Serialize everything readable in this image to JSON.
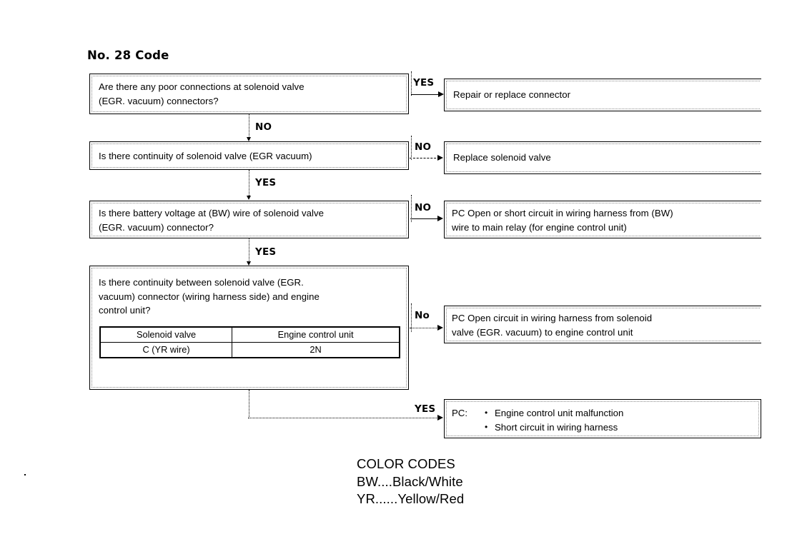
{
  "page": {
    "title": "No. 28 Code"
  },
  "nodes": {
    "q1": {
      "text": "Are there any poor connections at solenoid valve\n(EGR. vacuum) connectors?"
    },
    "q2": {
      "text": "Is there continuity of solenoid valve (EGR  vacuum)"
    },
    "q3": {
      "text": "Is there battery voltage at (BW) wire of solenoid valve\n(EGR. vacuum) connector?"
    },
    "q4": {
      "text": "Is there continuity between solenoid valve (EGR.\nvacuum) connector (wiring harness side) and engine\ncontrol unit?",
      "table": {
        "headers": [
          "Solenoid valve",
          "Engine control unit"
        ],
        "rows": [
          [
            "C (YR wire)",
            "2N"
          ]
        ]
      }
    },
    "a1": {
      "text": "Repair or replace connector"
    },
    "a2": {
      "text": "Replace solenoid valve"
    },
    "a3": {
      "text": "PC  Open or short circuit  in wiring harness from (BW)\nwire to main relay (for engine control unit)"
    },
    "a4": {
      "text": "PC  Open circuit in wiring harness from solenoid\nvalve (EGR. vacuum) to engine control unit"
    },
    "a5": {
      "prefix": "PC:",
      "bullets": [
        "Engine control unit malfunction",
        "Short circuit in wiring harness"
      ]
    }
  },
  "branch_labels": {
    "q1_yes": "YES",
    "q1_no": "NO",
    "q2_no": "NO",
    "q2_yes": "YES",
    "q3_no": "NO",
    "q3_yes": "YES",
    "q4_no": "No",
    "q4_yes": "YES"
  },
  "color_codes": {
    "text": "COLOR CODES\nBW....Black/White\nYR......Yellow/Red"
  }
}
